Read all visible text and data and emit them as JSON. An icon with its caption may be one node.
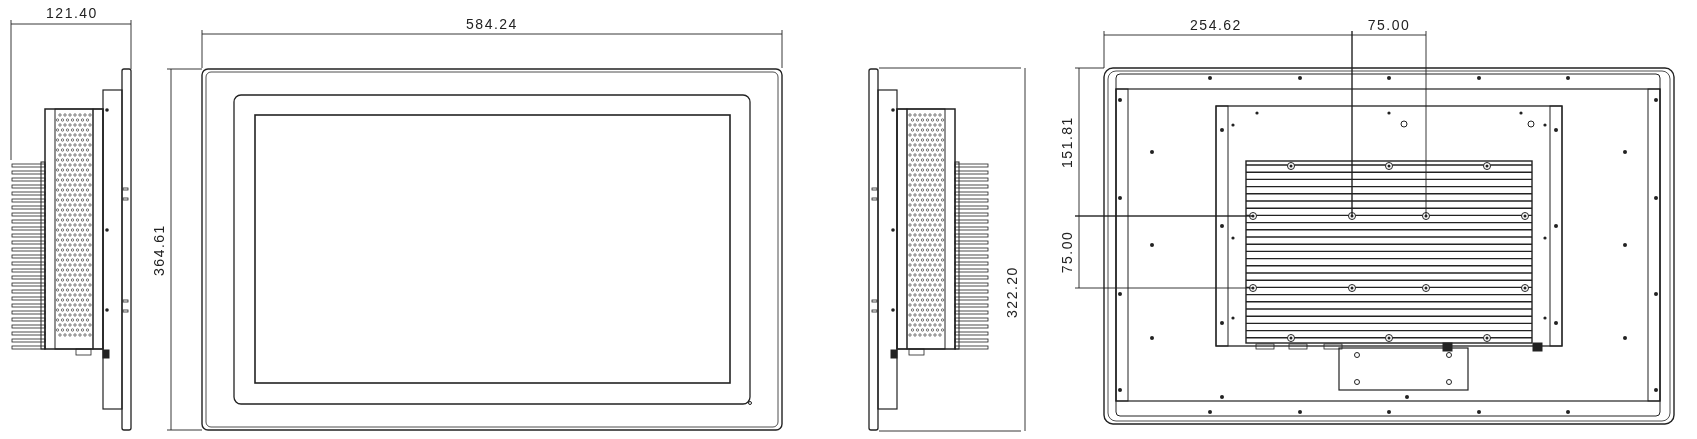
{
  "diagram": {
    "labels": [
      "121.40",
      "584.24",
      "254.62",
      "75.00",
      "151.81",
      "364.61",
      "322.20",
      "75.00"
    ]
  }
}
